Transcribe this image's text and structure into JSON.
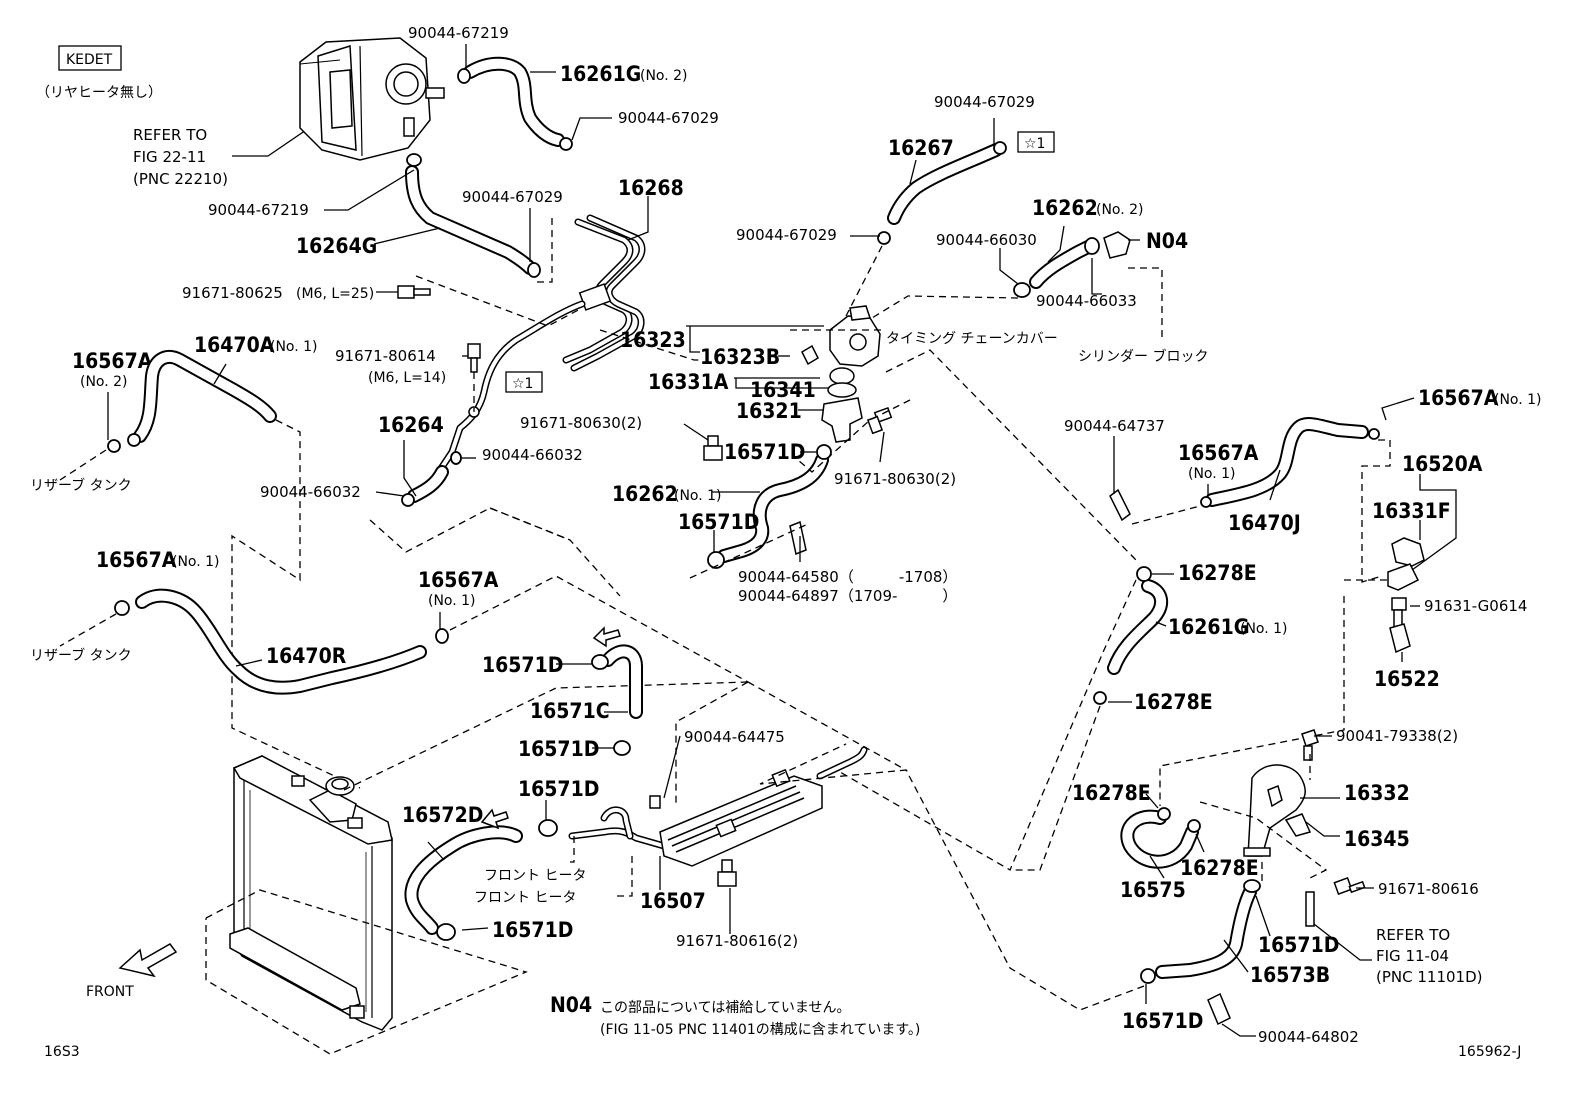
{
  "header": {
    "model_code": "KEDET",
    "model_note": "（リヤヒータ無し）",
    "refer_throttle": [
      "REFER TO",
      "FIG 22-11",
      "(PNC 22210)"
    ]
  },
  "labels": {
    "p_90044_67219_top": "90044-67219",
    "p_16261g_no2": "16261G",
    "p_16261g_no2_sfx": "(No. 2)",
    "p_90044_67029_a": "90044-67029",
    "p_90044_67219_low": "90044-67219",
    "p_90044_67029_b": "90044-67029",
    "p_16268": "16268",
    "p_16264g": "16264G",
    "p_91671_80625": "91671-80625",
    "p_91671_80625_sfx": "(M6, L=25)",
    "p_16470a": "16470A",
    "p_16470a_sfx": "(No. 1)",
    "p_16567a_no2": "16567A",
    "p_16567a_no2_sfx": "(No. 2)",
    "jp_reserve_tank_1": "リザーブ タンク",
    "p_91671_80614": "91671-80614",
    "p_91671_80614_sfx": "(M6, L=14)",
    "star_1_mid": "☆1",
    "p_16264": "16264",
    "p_90044_66032_a": "90044-66032",
    "p_90044_66032_b": "90044-66032",
    "p_16567a_no1_l": "16567A",
    "p_16567a_no1_l_sfx": "(No. 1)",
    "jp_reserve_tank_2": "リザーブ タンク",
    "p_16470r": "16470R",
    "p_16567a_mid": "16567A",
    "p_16567a_mid_sfx": "(No. 1)",
    "p_90044_67029_c": "90044-67029",
    "star_1_top": "☆1",
    "p_16267": "16267",
    "p_90044_67029_d": "90044-67029",
    "p_16262_no2": "16262",
    "p_16262_no2_sfx": "(No. 2)",
    "p_90044_66030": "90044-66030",
    "p_n04": "N04",
    "p_90044_66033": "90044-66033",
    "jp_timing_cover": "タイミング チェーンカバー",
    "jp_cylinder_block": "シリンダー ブロック",
    "p_16323": "16323",
    "p_16323b": "16323B",
    "p_16331a": "16331A",
    "p_16341": "16341",
    "p_16321": "16321",
    "p_91671_80630_a": "91671-80630(2)",
    "p_16571d_a": "16571D",
    "p_91671_80630_b": "91671-80630(2)",
    "p_16262_no1": "16262",
    "p_16262_no1_sfx": "(No. 1)",
    "p_16571d_b": "16571D",
    "p_90044_64580": "90044-64580（　　　-1708）",
    "p_90044_64897": "90044-64897（1709-　　　）",
    "p_90044_64737": "90044-64737",
    "p_16567a_right": "16567A",
    "p_16567a_right_sfx": "(No. 1)",
    "p_16470j": "16470J",
    "p_16567a_far": "16567A",
    "p_16567a_far_sfx": "(No. 1)",
    "p_16520a": "16520A",
    "p_16331f": "16331F",
    "p_91631_g0614": "91631-G0614",
    "p_16522": "16522",
    "p_16278e_a": "16278E",
    "p_16261g_no1": "16261G",
    "p_16261g_no1_sfx": "(No. 1)",
    "p_16278e_b": "16278E",
    "p_16571d_c": "16571D",
    "p_16571c": "16571C",
    "p_16571d_d": "16571D",
    "p_90044_64475": "90044-64475",
    "p_16571d_e": "16571D",
    "p_16572d": "16572D",
    "p_16571d_f": "16571D",
    "jp_front_heater_1": "フロント ヒータ",
    "jp_front_heater_2": "フロント ヒータ",
    "p_16507": "16507",
    "p_91671_80616_a": "91671-80616(2)",
    "p_90041_79338": "90041-79338(2)",
    "p_16332": "16332",
    "p_16278e_c": "16278E",
    "p_16345": "16345",
    "p_16278e_d": "16278E",
    "p_16575": "16575",
    "p_91671_80616_b": "91671-80616",
    "p_16571d_g": "16571D",
    "p_16573b": "16573B",
    "p_16571d_h": "16571D",
    "p_90044_64802": "90044-64802",
    "refer_block": [
      "REFER TO",
      "FIG 11-04",
      "(PNC 11101D)"
    ],
    "front_label": "FRONT"
  },
  "footer": {
    "n04_code": "N04",
    "n04_note_1": "この部品については補給していません。",
    "n04_note_2": "(FIG 11-05 PNC 11401の構成に含まれています。)",
    "page_left": "16S3",
    "page_right": "165962-J"
  }
}
